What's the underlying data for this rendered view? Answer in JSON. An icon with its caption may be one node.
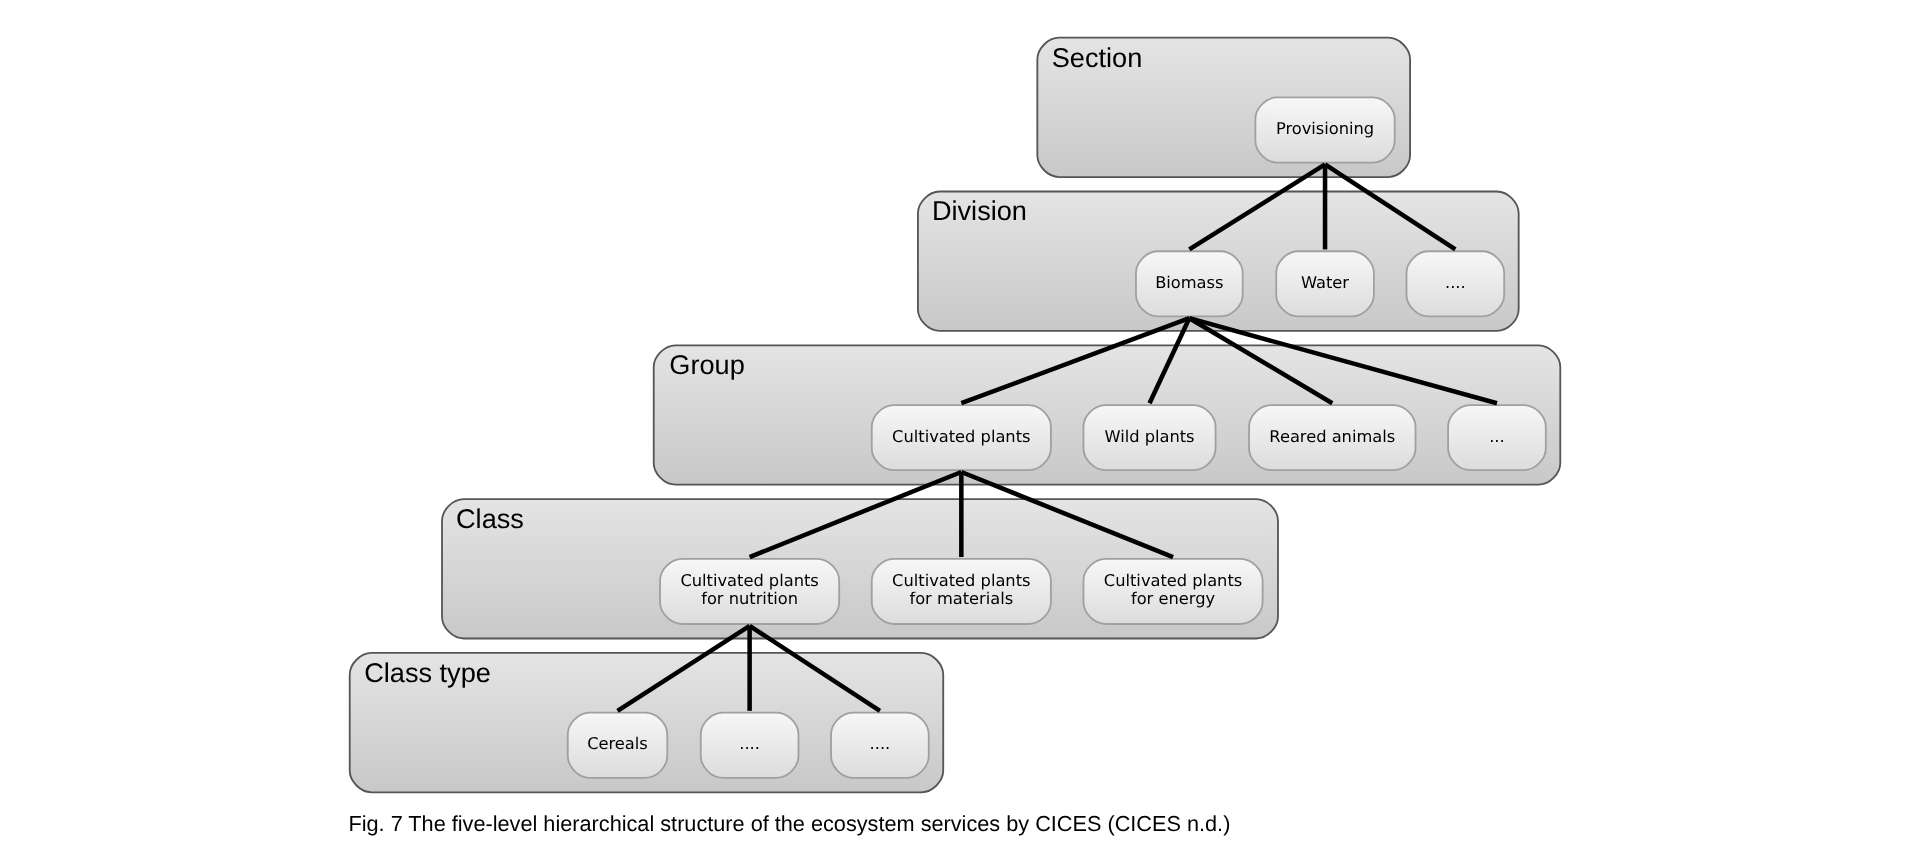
{
  "diagram": {
    "caption": "Fig. 7 The five-level hierarchical structure of the ecosystem services by CICES (CICES n.d.)",
    "nodes": [
      {
        "text": [
          "Section"
        ]
      },
      {
        "text": [
          "Provisioning"
        ],
        "in": 0
      },
      {
        "text": [
          "Division"
        ]
      },
      {
        "text": [
          "Biomass"
        ],
        "in": 2
      },
      {
        "text": [
          "Water"
        ],
        "in": 2
      },
      {
        "text": [
          "...."
        ],
        "in": 2
      },
      {
        "text": [
          "Group"
        ]
      },
      {
        "text": [
          "Cultivated plants"
        ],
        "in": 6
      },
      {
        "text": [
          "Wild plants"
        ],
        "in": 6
      },
      {
        "text": [
          "Reared animals"
        ],
        "in": 6
      },
      {
        "text": [
          "..."
        ],
        "in": 6
      },
      {
        "text": [
          "Class"
        ]
      },
      {
        "text": [
          "Cultivated plants for nutrition"
        ],
        "in": 11
      },
      {
        "text": [
          "Cultivated plants for materials"
        ],
        "in": 11
      },
      {
        "text": [
          "Cultivated plants for energy"
        ],
        "in": 11
      },
      {
        "text": [
          "Class type"
        ]
      },
      {
        "text": [
          "Cereals"
        ],
        "in": 15
      },
      {
        "text": [
          "...."
        ],
        "in": 15
      },
      {
        "text": [
          "...."
        ],
        "in": 15
      }
    ],
    "edges": [
      {
        "from": 1,
        "to": 3,
        "arrow": "none"
      },
      {
        "from": 1,
        "to": 4,
        "arrow": "none"
      },
      {
        "from": 1,
        "to": 5,
        "arrow": "none"
      },
      {
        "from": 3,
        "to": 7,
        "arrow": "none"
      },
      {
        "from": 3,
        "to": 8,
        "arrow": "none"
      },
      {
        "from": 3,
        "to": 9,
        "arrow": "none"
      },
      {
        "from": 3,
        "to": 10,
        "arrow": "none"
      },
      {
        "from": 7,
        "to": 12,
        "arrow": "none"
      },
      {
        "from": 7,
        "to": 13,
        "arrow": "none"
      },
      {
        "from": 7,
        "to": 14,
        "arrow": "none"
      },
      {
        "from": 12,
        "to": 16,
        "arrow": "none"
      },
      {
        "from": 12,
        "to": 17,
        "arrow": "none"
      },
      {
        "from": 12,
        "to": 18,
        "arrow": "none"
      }
    ]
  }
}
